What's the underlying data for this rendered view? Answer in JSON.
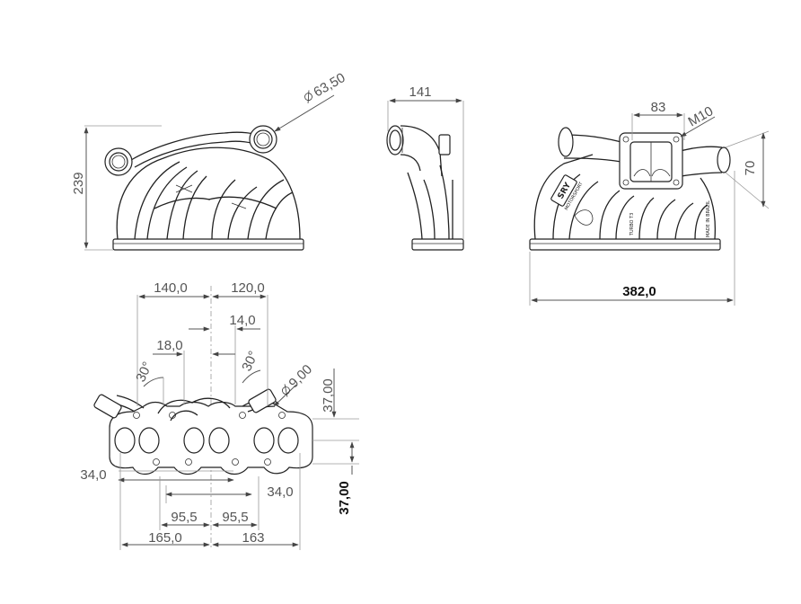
{
  "front_view": {
    "dim_height": "239",
    "dim_outlet_diameter": "63,50"
  },
  "side_view": {
    "dim_width": "141"
  },
  "rear_view": {
    "dim_flange_width": "83",
    "dim_thread": "M10",
    "dim_flange_height": "70",
    "dim_total_length": "382,0",
    "logo_text": "SRY",
    "logo_subtext": "MOTORSPORT",
    "stamp_left": "TURBO T3",
    "stamp_right": "MADE IN BRAZIL"
  },
  "bottom_view": {
    "dim_left_140": "140,0",
    "dim_right_120": "120,0",
    "dim_14": "14,0",
    "dim_18": "18,0",
    "dim_angle_left": "30°",
    "dim_angle_right": "30°",
    "dim_hole_diameter": "9,00",
    "dim_upper_37": "37,00",
    "dim_lower_37": "37,00",
    "dim_left_34": "34,0",
    "dim_right_34": "34,0",
    "dim_left_95": "95,5",
    "dim_right_95": "95,5",
    "dim_left_165": "165,0",
    "dim_right_163": "163"
  }
}
